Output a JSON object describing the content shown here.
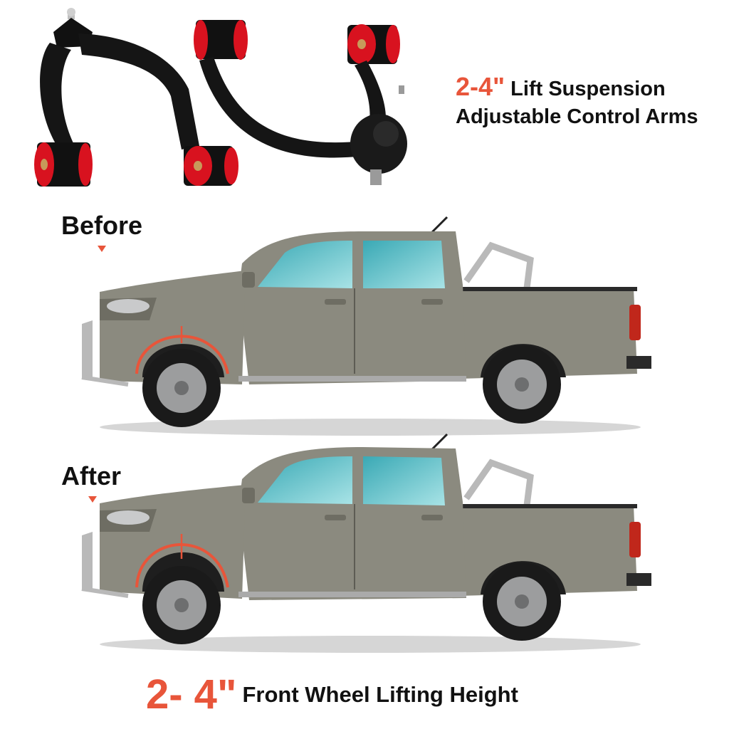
{
  "colors": {
    "accent": "#e8553a",
    "body_paint": "#8b8a7f",
    "window_tint": "#4fbfc7",
    "bushing_red": "#d8121f",
    "arm_black": "#111111"
  },
  "headline": {
    "range": "2-4\"",
    "line1_rest": "Lift Suspension",
    "line2": "Adjustable Control Arms"
  },
  "before": {
    "label": "Before"
  },
  "after": {
    "label": "After"
  },
  "footer": {
    "range": "2- 4\"",
    "rest": "Front Wheel Lifting Height"
  },
  "product": {
    "icon": "control-arm-icon",
    "count": 2
  },
  "illustrations": {
    "vehicle": "pickup-truck-icon"
  }
}
